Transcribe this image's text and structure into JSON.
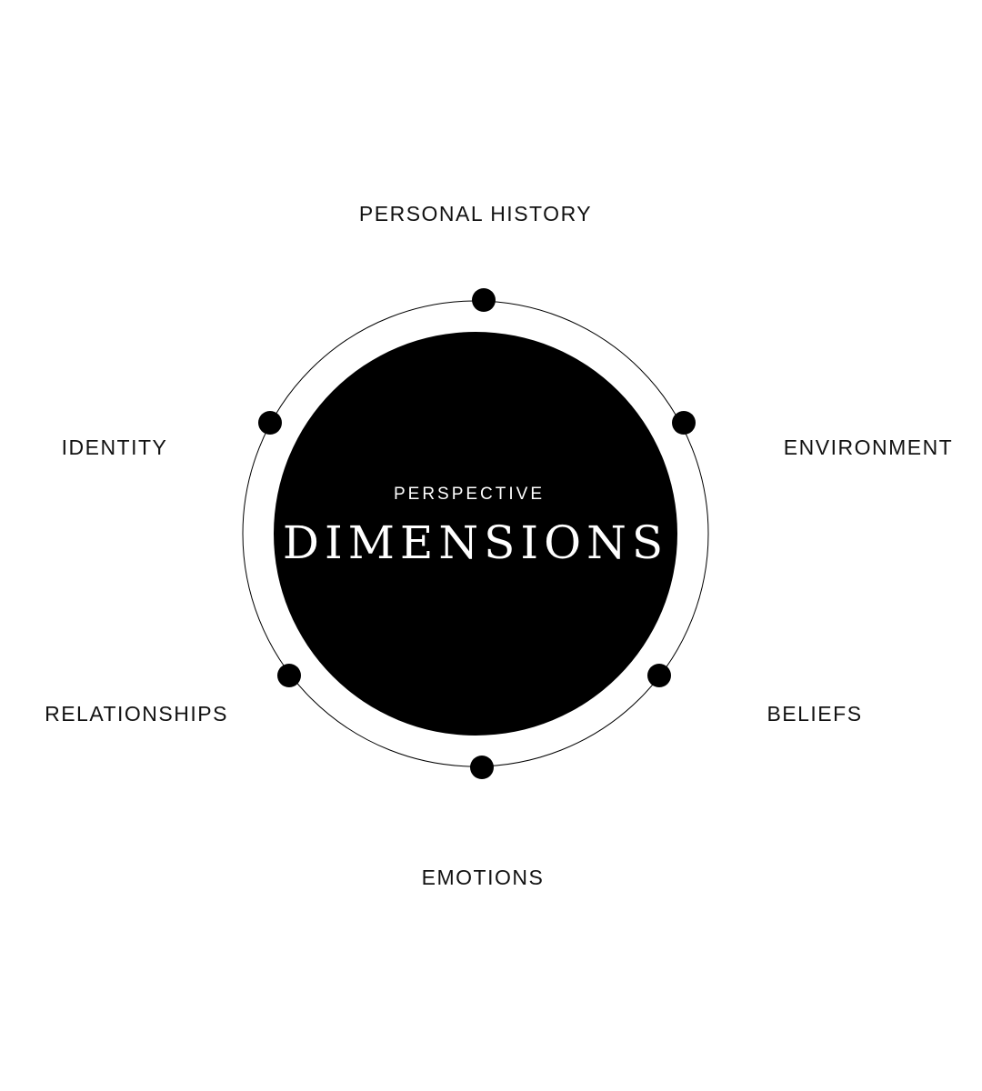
{
  "center": {
    "subtitle": "PERSPECTIVE",
    "title": "DIMENSIONS"
  },
  "labels": [
    "PERSONAL HISTORY",
    "ENVIRONMENT",
    "BELIEFS",
    "EMOTIONS",
    "RELATIONSHIPS",
    "IDENTITY"
  ],
  "colors": {
    "fill": "#000000",
    "text": "#ffffff"
  }
}
